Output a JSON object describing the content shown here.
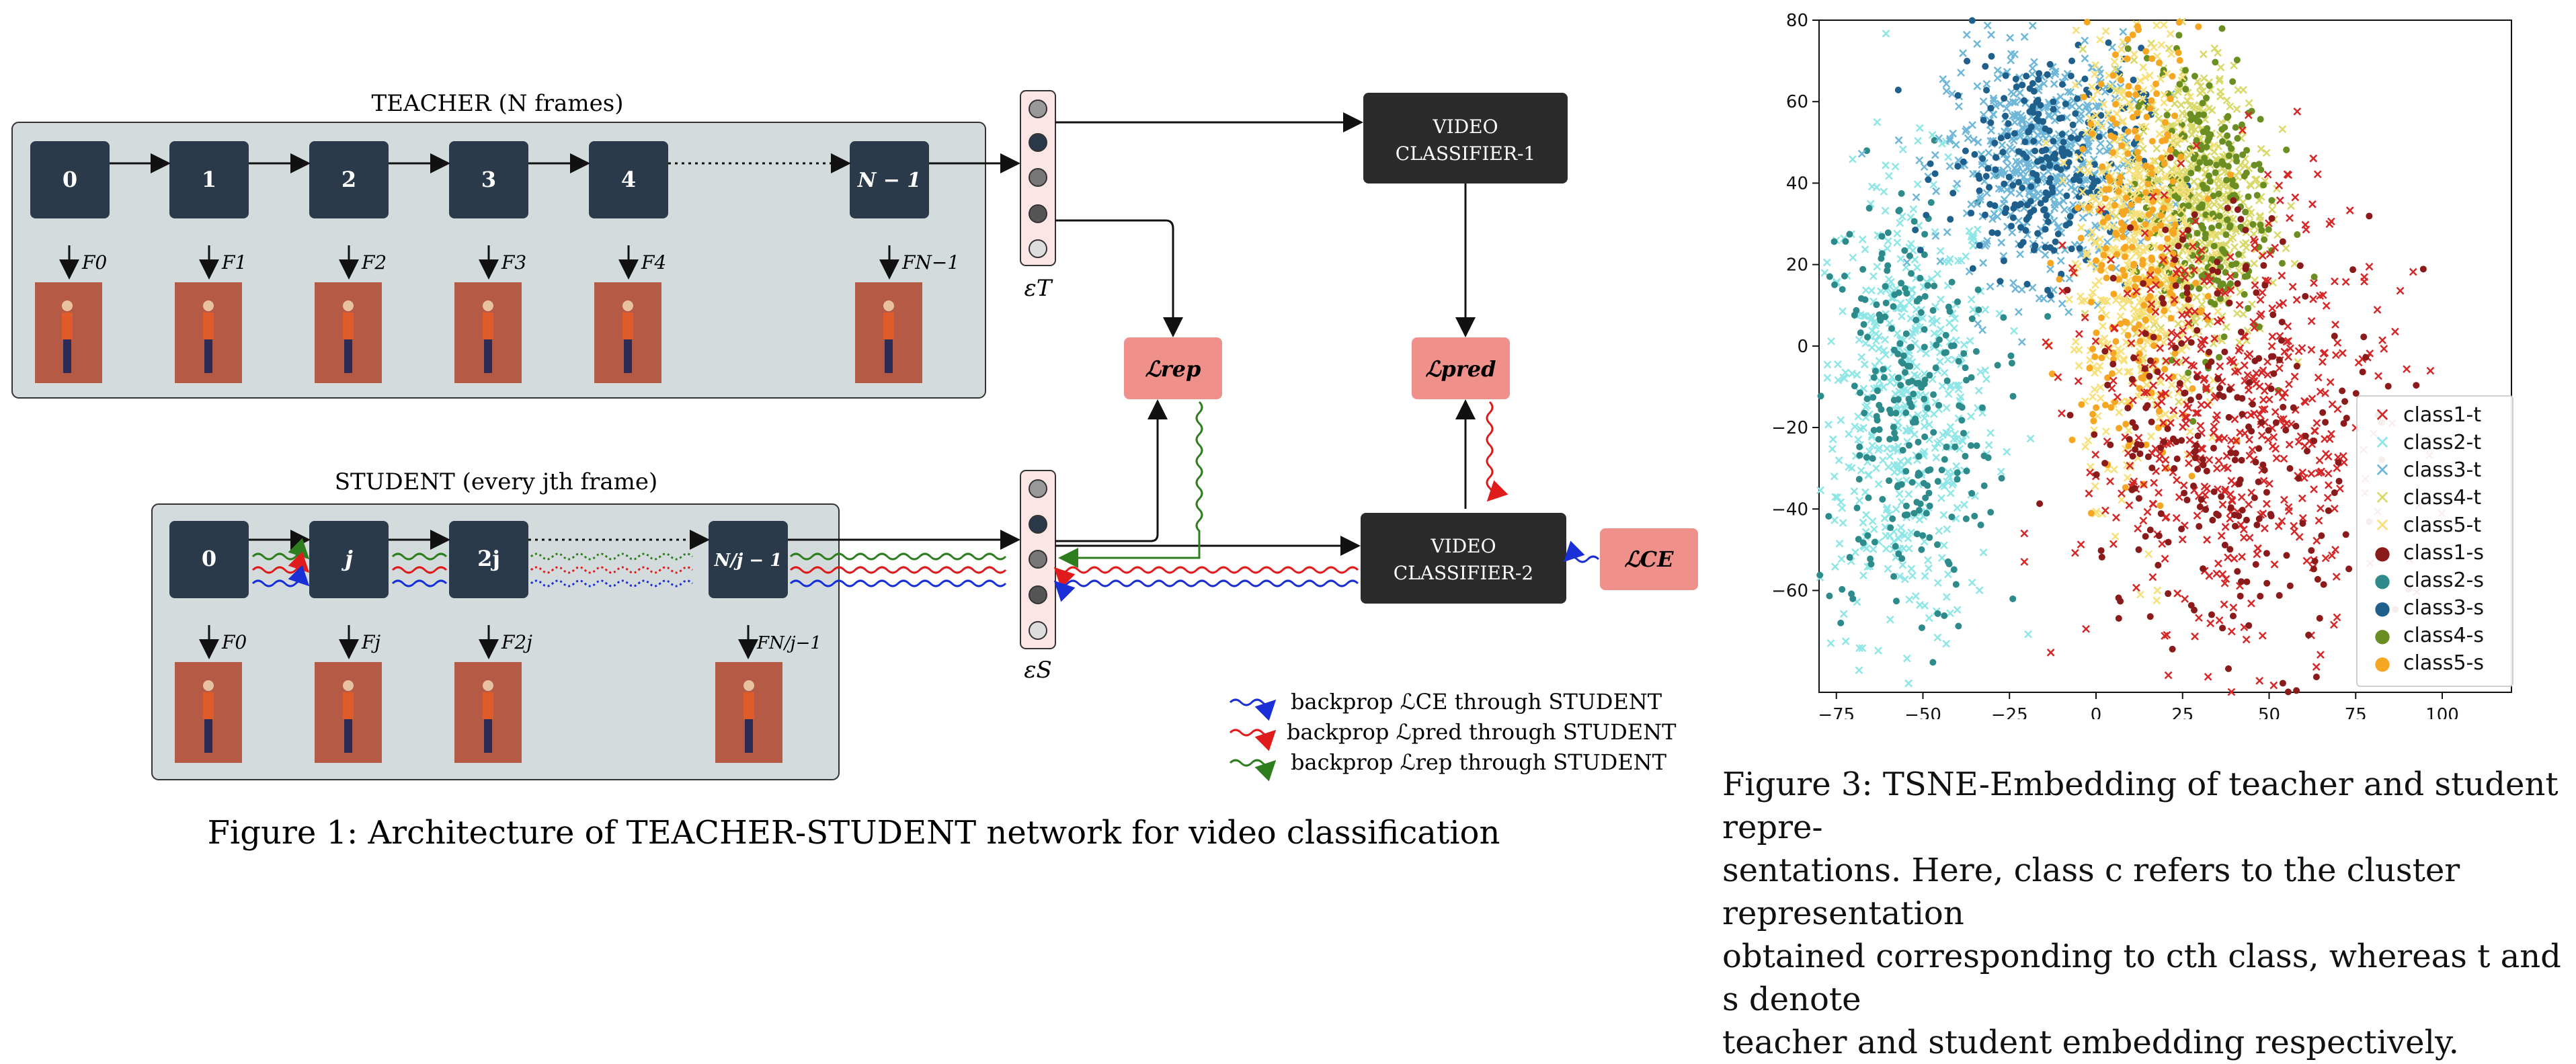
{
  "fig1": {
    "teacher_title": "TEACHER (N frames)",
    "student_title": "STUDENT (every jth frame)",
    "teacher_nodes": [
      "0",
      "1",
      "2",
      "3",
      "4",
      "N − 1"
    ],
    "teacher_frames": [
      "F0",
      "F1",
      "F2",
      "F3",
      "F4",
      "FN−1"
    ],
    "student_nodes": [
      "0",
      "j",
      "2j",
      "N/j − 1"
    ],
    "student_frames": [
      "F0",
      "Fj",
      "F2j",
      "FN/j−1"
    ],
    "emb_teacher": "εT",
    "emb_student": "εS",
    "classifier1": [
      "VIDEO",
      "CLASSIFIER-1"
    ],
    "classifier2": [
      "VIDEO",
      "CLASSIFIER-2"
    ],
    "loss_rep": "ℒrep",
    "loss_pred": "ℒpred",
    "loss_ce": "ℒCE",
    "legend": [
      "backprop ℒCE through STUDENT",
      "backprop ℒpred through STUDENT",
      "backprop ℒrep through STUDENT"
    ],
    "caption": "Figure 1:  Architecture of TEACHER-STUDENT network for video classification"
  },
  "fig3": {
    "caption_lines": [
      "Figure 3: TSNE-Embedding of teacher and student repre-",
      "sentations. Here, class c refers to the cluster representation",
      "obtained corresponding to cth class, whereas t and s denote",
      "teacher and student embedding respectively."
    ]
  },
  "chart_data": {
    "type": "scatter",
    "title": "",
    "xlabel": "",
    "ylabel": "",
    "xlim": [
      -80,
      120
    ],
    "ylim": [
      -85,
      80
    ],
    "x_ticks": [
      "−75",
      "−50",
      "−25",
      "0",
      "25",
      "50",
      "75",
      "100"
    ],
    "y_ticks": [
      "80",
      "60",
      "40",
      "20",
      "0",
      "−20",
      "−40",
      "−60"
    ],
    "legend_position": "lower-right",
    "series": [
      {
        "name": "class1-t",
        "marker": "x",
        "color": "#d62728",
        "region": {
          "cx": 40,
          "cy": -20,
          "sx": 22,
          "sy": 28
        }
      },
      {
        "name": "class2-t",
        "marker": "x",
        "color": "#8fe6e6",
        "region": {
          "cx": -55,
          "cy": -15,
          "sx": 13,
          "sy": 28
        }
      },
      {
        "name": "class3-t",
        "marker": "x",
        "color": "#6fb7d8",
        "region": {
          "cx": -15,
          "cy": 45,
          "sx": 14,
          "sy": 14
        }
      },
      {
        "name": "class4-t",
        "marker": "x",
        "color": "#d9d96a",
        "region": {
          "cx": 30,
          "cy": 35,
          "sx": 10,
          "sy": 18
        }
      },
      {
        "name": "class5-t",
        "marker": "x",
        "color": "#f7e07a",
        "region": {
          "cx": 12,
          "cy": 25,
          "sx": 9,
          "sy": 28
        }
      },
      {
        "name": "class1-s",
        "marker": "o",
        "color": "#8b1a1a",
        "region": {
          "cx": 40,
          "cy": -20,
          "sx": 22,
          "sy": 28
        }
      },
      {
        "name": "class2-s",
        "marker": "o",
        "color": "#2e8b8b",
        "region": {
          "cx": -55,
          "cy": -15,
          "sx": 13,
          "sy": 28
        }
      },
      {
        "name": "class3-s",
        "marker": "o",
        "color": "#1f5f8b",
        "region": {
          "cx": -15,
          "cy": 45,
          "sx": 14,
          "sy": 14
        }
      },
      {
        "name": "class4-s",
        "marker": "o",
        "color": "#6b8e23",
        "region": {
          "cx": 30,
          "cy": 35,
          "sx": 10,
          "sy": 18
        }
      },
      {
        "name": "class5-s",
        "marker": "o",
        "color": "#f5a623",
        "region": {
          "cx": 12,
          "cy": 25,
          "sx": 9,
          "sy": 28
        }
      }
    ]
  }
}
